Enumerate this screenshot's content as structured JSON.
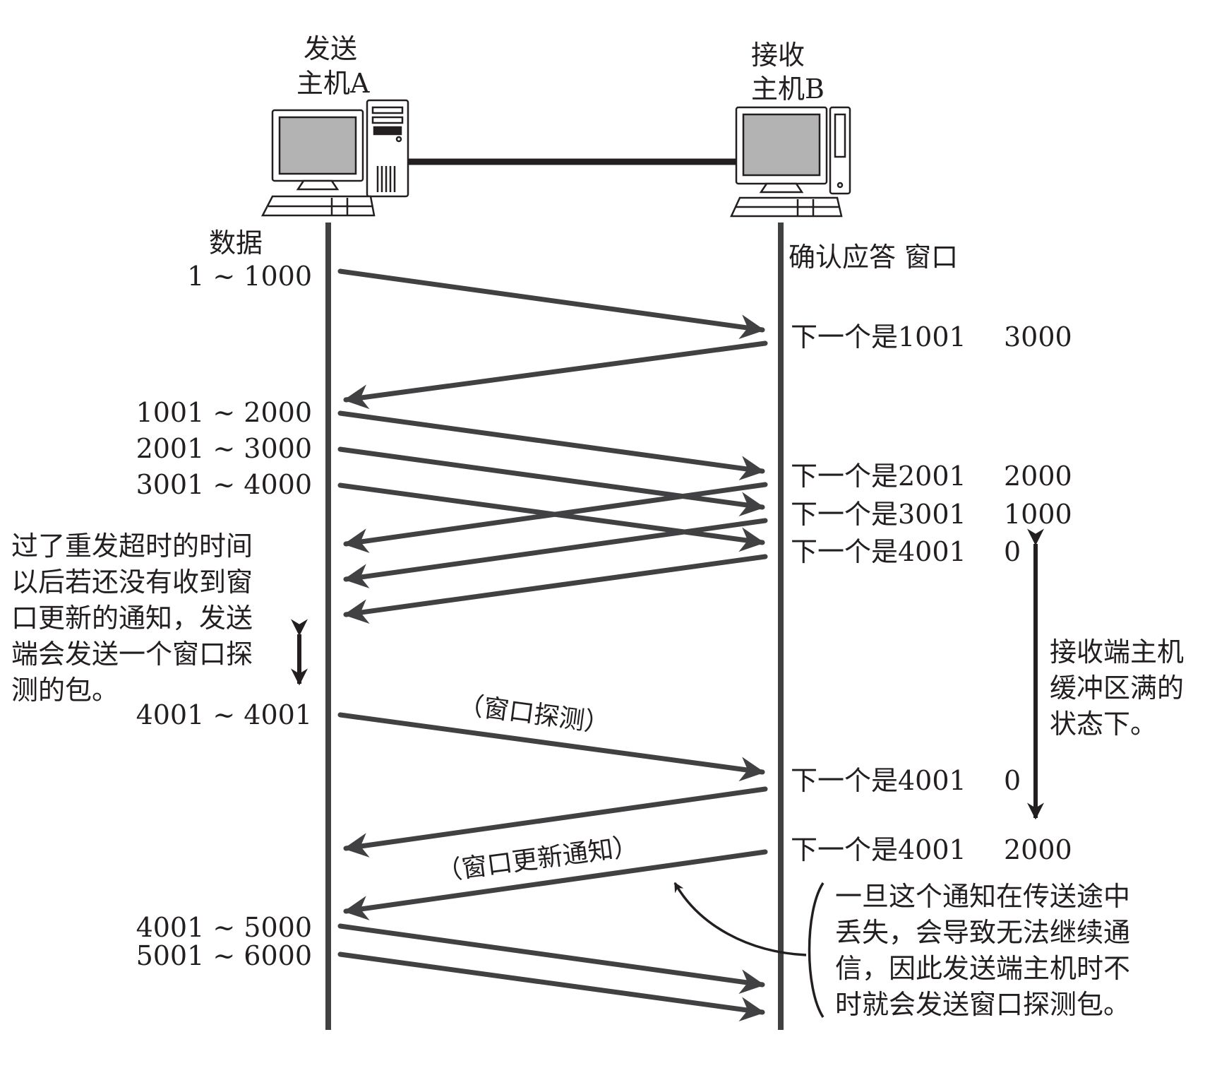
{
  "hosts": {
    "sender": {
      "line1": "发送",
      "line2": "主机A"
    },
    "receiver": {
      "line1": "接收",
      "line2": "主机B"
    }
  },
  "headers": {
    "data": "数据",
    "ack_window": "确认应答 窗口"
  },
  "data_labels": [
    "1 ~ 1000",
    "1001 ~ 2000",
    "2001 ~ 3000",
    "3001 ~ 4000",
    "4001 ~ 4001",
    "4001 ~ 5000",
    "5001 ~ 6000"
  ],
  "acks": [
    {
      "text": "下一个是1001",
      "window": "3000"
    },
    {
      "text": "下一个是2001",
      "window": "2000"
    },
    {
      "text": "下一个是3001",
      "window": "1000"
    },
    {
      "text": "下一个是4001",
      "window": "0"
    },
    {
      "text": "下一个是4001",
      "window": "0"
    },
    {
      "text": "下一个是4001",
      "window": "2000"
    }
  ],
  "arrow_labels": {
    "probe": "（窗口探测）",
    "update": "（窗口更新通知）"
  },
  "notes": {
    "timeout": "过了重发超时的时间\n以后若还没有收到窗\n口更新的通知，发送\n端会发送一个窗口探\n测的包。",
    "buffer_full": "接收端主机\n缓冲区满的\n状态下。",
    "lost": "一旦这个通知在传送途中\n丢失，会导致无法继续通\n信，因此发送端主机时不\n时就会发送窗口探测包。"
  },
  "colors": {
    "line": "#414042",
    "text": "#231f20",
    "screen": "#b3b3b3"
  }
}
